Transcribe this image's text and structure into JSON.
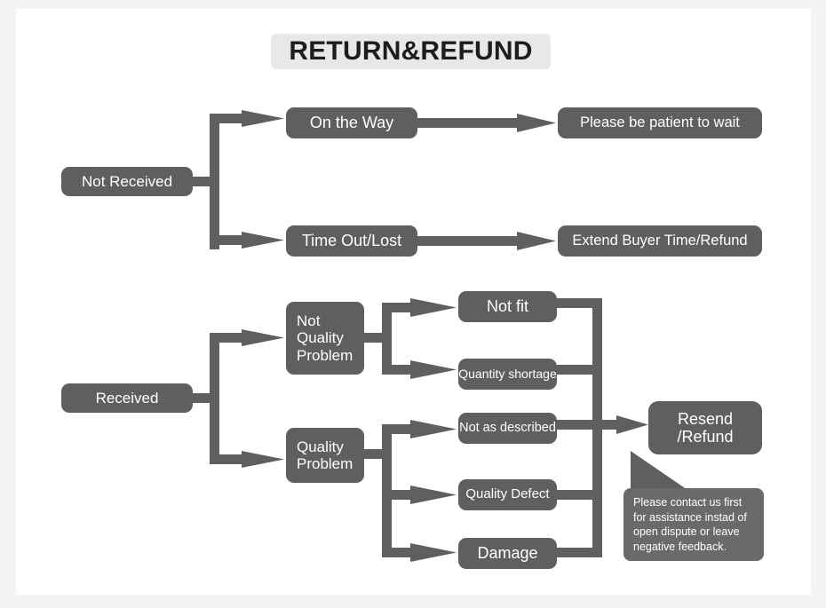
{
  "page": {
    "title": "RETURN&REFUND",
    "background": "#f4f4f5",
    "card_background": "#ffffff",
    "node_color": "#5f5f5f",
    "title_chip_color": "#e8e8e8",
    "text_color": "#ffffff"
  },
  "flow": {
    "branch_not_received": {
      "root": "Not Received",
      "outcomes": [
        {
          "condition": "On the Way",
          "result": "Please be patient to wait"
        },
        {
          "condition": "Time Out/Lost",
          "result": "Extend Buyer Time/Refund"
        }
      ]
    },
    "branch_received": {
      "root": "Received",
      "categories": [
        {
          "label": "Not\nQuality\nProblem",
          "reasons": [
            "Not fit",
            "Quantity shortage"
          ]
        },
        {
          "label": "Quality\nProblem",
          "reasons": [
            "Not as described",
            "Quality Defect",
            "Damage"
          ]
        }
      ],
      "result": "Resend\n/Refund"
    }
  },
  "callout": {
    "text": "Please contact us first for assistance instad of open dispute or leave negative feedback."
  }
}
